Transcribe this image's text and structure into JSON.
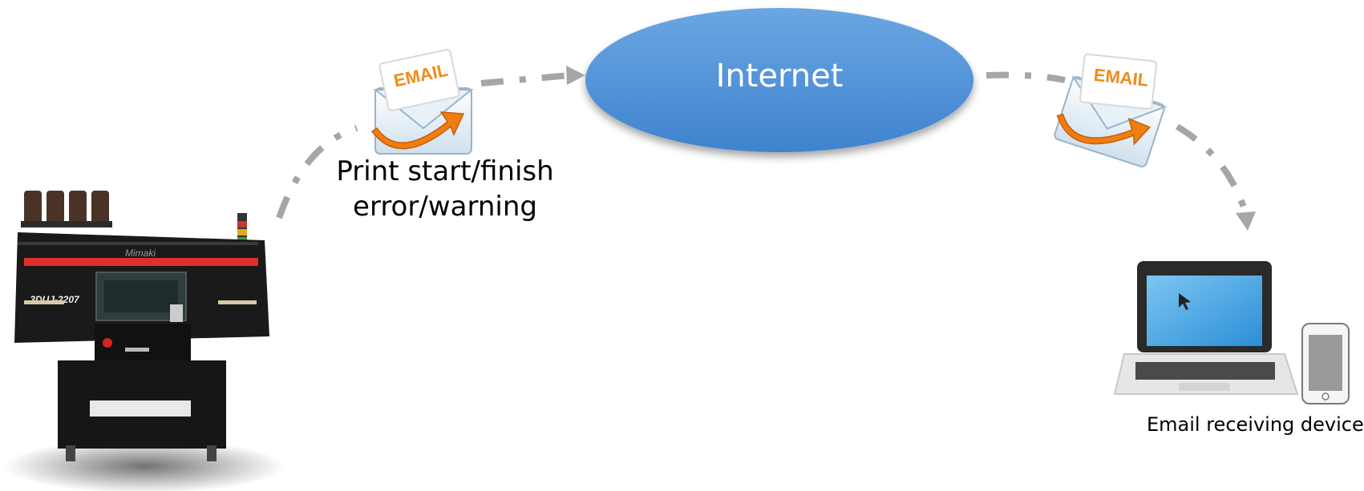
{
  "nodes": {
    "internet": {
      "label": "Internet",
      "color": "#4a8fd6"
    },
    "printer": {
      "model_label": "3DUJ-2207",
      "brand_label": "Mimaki"
    },
    "receiver": {
      "label": "Email receiving device"
    }
  },
  "email_icon": {
    "label": "EMAIL",
    "accent": "#f08a1c"
  },
  "events": {
    "line1": "Print start/finish",
    "line2": "error/warning"
  },
  "colors": {
    "arrow": "#a6a6a6",
    "printer_body": "#1a1a1a",
    "printer_stripe": "#e0302a",
    "screen": "#3fa4e0"
  }
}
